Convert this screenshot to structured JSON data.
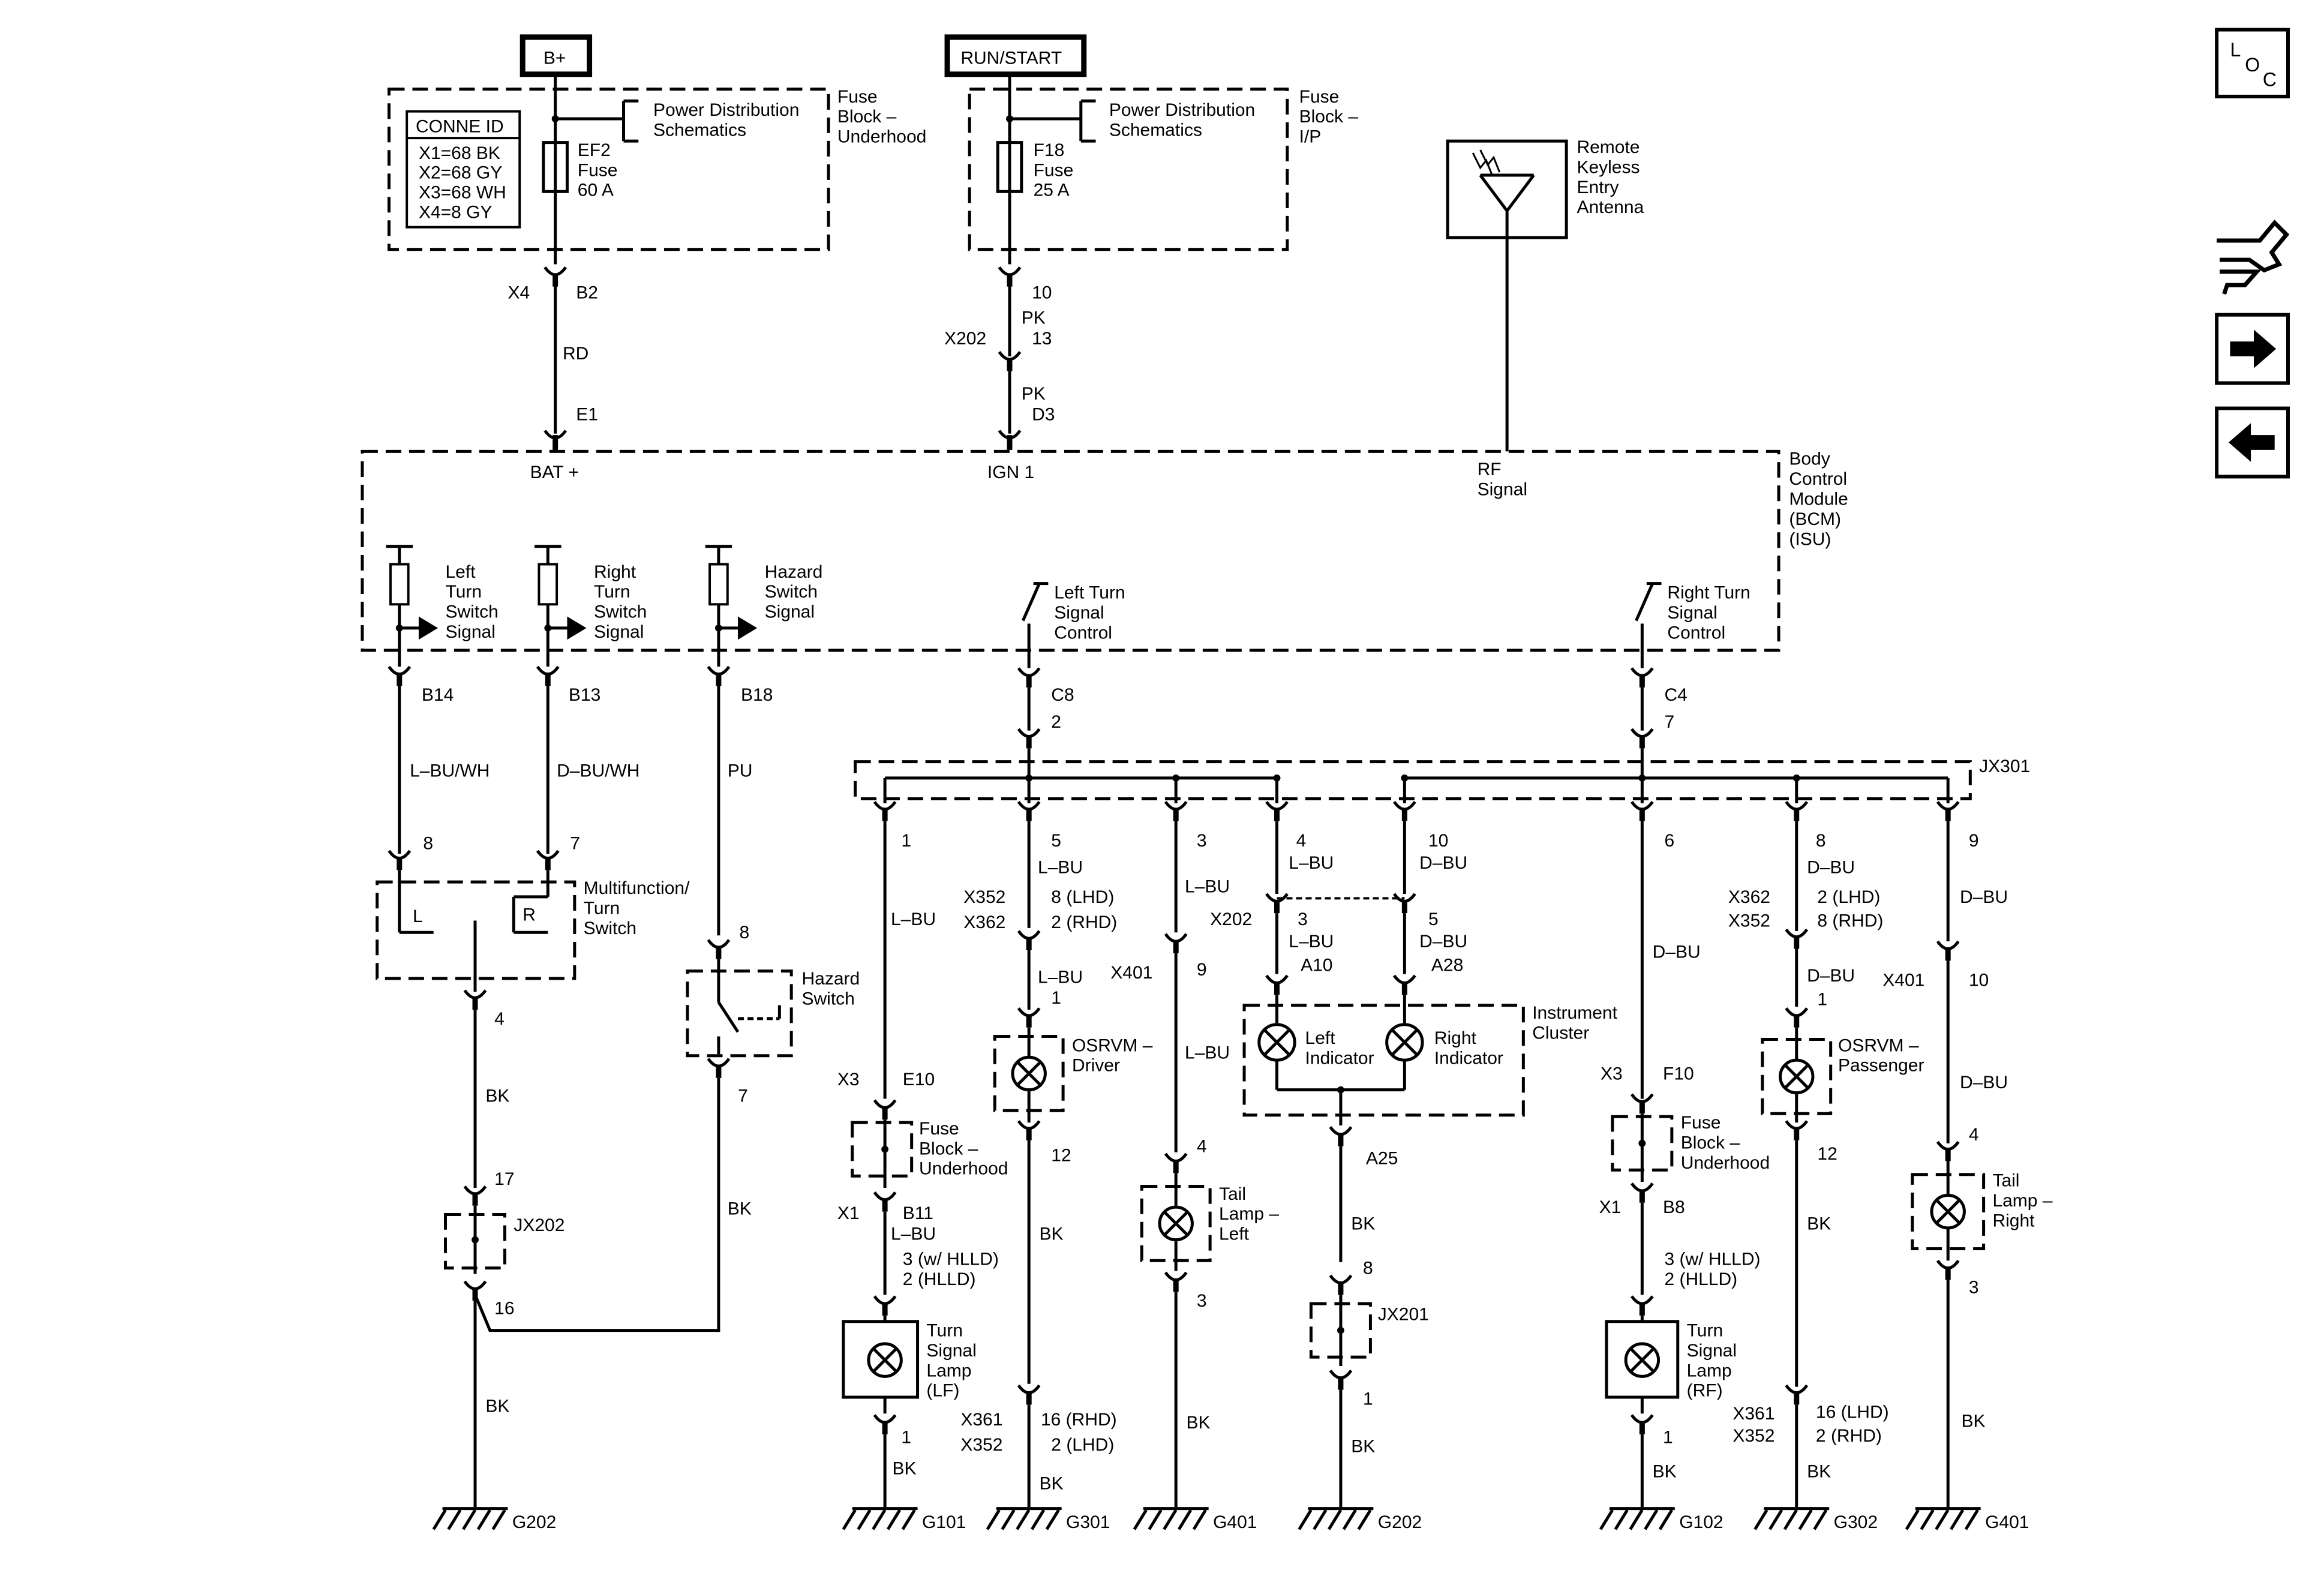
{
  "top_labels": {
    "bplus": "B+",
    "run_start": "RUN/START"
  },
  "conn_id": {
    "title": "CONNE ID",
    "lines": [
      "X1=68 BK",
      "X2=68 GY",
      "X3=68 WH",
      "X4=8 GY"
    ]
  },
  "fuse_uh": {
    "pds": [
      "Power Distribution",
      "Schematics"
    ],
    "block": [
      "Fuse",
      "Block –",
      "Underhood"
    ],
    "fuse": [
      "EF2",
      "Fuse",
      "60 A"
    ]
  },
  "fuse_ip": {
    "pds": [
      "Power Distribution",
      "Schematics"
    ],
    "block": [
      "Fuse",
      "Block –",
      "I/P"
    ],
    "fuse": [
      "F18",
      "Fuse",
      "25 A"
    ]
  },
  "rke": [
    "Remote",
    "Keyless",
    "Entry",
    "Antenna"
  ],
  "bcm": {
    "name": [
      "Body",
      "Control",
      "Module",
      "(BCM)",
      "(ISU)"
    ],
    "bat": "BAT +",
    "ign": "IGN 1",
    "rf": [
      "RF",
      "Signal"
    ],
    "lts": [
      "Left",
      "Turn",
      "Switch",
      "Signal"
    ],
    "rts": [
      "Right",
      "Turn",
      "Switch",
      "Signal"
    ],
    "hss": [
      "Hazard",
      "Switch",
      "Signal"
    ],
    "ltc": [
      "Left Turn",
      "Signal",
      "Control"
    ],
    "rtc": [
      "Right Turn",
      "Signal",
      "Control"
    ]
  },
  "wires": {
    "x4": "X4",
    "b2": "B2",
    "rd": "RD",
    "e1": "E1",
    "p10": "10",
    "pk1": "PK",
    "x202": "X202",
    "p13": "13",
    "pk2": "PK",
    "d3": "D3",
    "b14": "B14",
    "lbuwh": "L–BU/WH",
    "p8a": "8",
    "b13": "B13",
    "dbuwh": "D–BU/WH",
    "p7a": "7",
    "b18": "B18",
    "pu": "PU",
    "p8b": "8",
    "c8": "C8",
    "p2": "2",
    "c4": "C4",
    "p7b": "7",
    "jx301": "JX301",
    "p4a": "4",
    "bk1": "BK",
    "p17": "17",
    "jx202": "JX202",
    "p16": "16",
    "bk2": "BK",
    "g202a": "G202",
    "p7c": "7",
    "bk3": "BK"
  },
  "mfs": {
    "name": [
      "Multifunction/",
      "Turn",
      "Switch"
    ],
    "l": "L",
    "r": "R"
  },
  "hazard": [
    "Hazard",
    "Switch"
  ],
  "c1": {
    "pin": "1",
    "wire": "L–BU",
    "x3": "X3",
    "e10": "E10",
    "fuse": [
      "Fuse",
      "Block –",
      "Underhood"
    ],
    "x1": "X1",
    "b11": "B11",
    "wire2": "L–BU",
    "p3": [
      "3 (w/ HLLD)",
      "2 (HLLD)"
    ],
    "lamp": [
      "Turn",
      "Signal",
      "Lamp",
      "(LF)"
    ],
    "p1": "1",
    "bk": "BK",
    "g": "G101"
  },
  "c2": {
    "pin": "5",
    "wire": "L–BU",
    "x352": "X352",
    "x362": "X362",
    "p8": "8 (LHD)",
    "p2": "2 (RHD)",
    "wire2": "L–BU",
    "p1": "1",
    "lamp": [
      "OSRVM –",
      "Driver"
    ],
    "p12": "12",
    "bk": "BK",
    "x361": "X361",
    "x352b": "X352",
    "p16": "16 (RHD)",
    "p2b": "2 (LHD)",
    "bk2": "BK",
    "g": "G301"
  },
  "c3": {
    "pin": "3",
    "wire": "L–BU",
    "x401": "X401",
    "p9": "9",
    "wire2": "L–BU",
    "p4": "4",
    "lamp": [
      "Tail",
      "Lamp –",
      "Left"
    ],
    "p3": "3",
    "bk": "BK",
    "g": "G401"
  },
  "c4": {
    "pin": "4",
    "wire": "L–BU",
    "x202": "X202",
    "p3": "3",
    "wire2": "L–BU",
    "a10": "A10"
  },
  "c5": {
    "pin": "10",
    "wire": "D–BU",
    "p5": "5",
    "wire2": "D–BU",
    "a28": "A28"
  },
  "cluster": {
    "name": [
      "Instrument",
      "Cluster"
    ],
    "left": [
      "Left",
      "Indicator"
    ],
    "right": [
      "Right",
      "Indicator"
    ],
    "a25": "A25",
    "bk": "BK",
    "p8": "8",
    "jx201": "JX201",
    "p1": "1",
    "bk2": "BK",
    "g": "G202"
  },
  "c6": {
    "pin": "6",
    "wire": "D–BU",
    "x3": "X3",
    "f10": "F10",
    "fuse": [
      "Fuse",
      "Block –",
      "Underhood"
    ],
    "x1": "X1",
    "b8": "B8",
    "p3": [
      "3 (w/ HLLD)",
      "2 (HLLD)"
    ],
    "lamp": [
      "Turn",
      "Signal",
      "Lamp",
      "(RF)"
    ],
    "p1": "1",
    "bk": "BK",
    "g": "G102"
  },
  "c7": {
    "pin": "8",
    "wire": "D–BU",
    "x362": "X362",
    "x352": "X352",
    "p2": "2 (LHD)",
    "p8": "8 (RHD)",
    "wire2": "D–BU",
    "p1": "1",
    "lamp": [
      "OSRVM –",
      "Passenger"
    ],
    "p12": "12",
    "bk": "BK",
    "x361": "X361",
    "x352b": "X352",
    "p16": "16 (LHD)",
    "p2b": "2 (RHD)",
    "bk2": "BK",
    "g": "G302"
  },
  "c8": {
    "pin": "9",
    "wire": "D–BU",
    "x401": "X401",
    "p10": "10",
    "wire2": "D–BU",
    "p4": "4",
    "lamp": [
      "Tail",
      "Lamp –",
      "Right"
    ],
    "p3": "3",
    "bk": "BK",
    "g": "G401"
  },
  "side": {
    "loc_l": "L",
    "loc_o": "O",
    "loc_c": "C",
    "icons": [
      "schematic-nav-icon",
      "arrow-right-icon",
      "arrow-left-icon"
    ]
  }
}
